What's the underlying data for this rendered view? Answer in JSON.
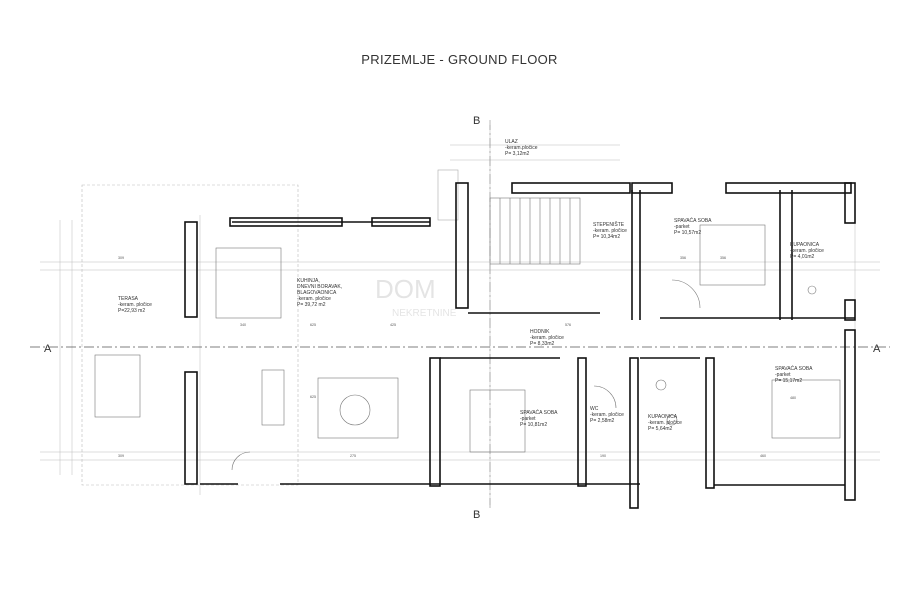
{
  "title": "PRIZEMLJE - GROUND FLOOR",
  "watermark": {
    "brand": "DOM",
    "sub": "NEKRETNINE"
  },
  "section_marks": {
    "a_left": "A",
    "a_right": "A",
    "b_top": "B",
    "b_bottom": "B"
  },
  "rooms": [
    {
      "id": "ulaz",
      "lines": [
        "ULAZ",
        "-keram.pločice",
        "P= 3,12m2"
      ]
    },
    {
      "id": "terasa",
      "lines": [
        "TERASA",
        "-keram. pločice",
        "P=22,93 m2"
      ]
    },
    {
      "id": "kuhinja",
      "lines": [
        "KUHINJA,",
        "DNEVNI BORAVAK,",
        "BLAGOVAONICA",
        "-keram. pločice",
        "P= 39,72 m2"
      ]
    },
    {
      "id": "stepeniste",
      "lines": [
        "STEPENIŠTE",
        "-keram. pločice",
        "P= 10,34m2"
      ]
    },
    {
      "id": "spavaca1",
      "lines": [
        "SPAVAĆA SOBA",
        "-parket",
        "P= 10,57m2"
      ]
    },
    {
      "id": "kupaonica1",
      "lines": [
        "KUPAONICA",
        "-keram. pločice",
        "P= 4,01m2"
      ]
    },
    {
      "id": "hodnik",
      "lines": [
        "HODNIK",
        "-keram. pločice",
        "P= 8,33m2"
      ]
    },
    {
      "id": "spavaca2",
      "lines": [
        "SPAVAĆA SOBA",
        "-parket",
        "P= 10,81m2"
      ]
    },
    {
      "id": "wc",
      "lines": [
        "WC",
        "-keram. pločice",
        "P= 2,58m2"
      ]
    },
    {
      "id": "kupaonica2",
      "lines": [
        "KUPAONICA",
        "-keram. pločice",
        "P= 5,64m2"
      ]
    },
    {
      "id": "spavaca3",
      "lines": [
        "SPAVAĆA SOBA",
        "-parket",
        "P= 15,17m2"
      ]
    }
  ],
  "dimensions": {
    "d1": "309",
    "d2": "309",
    "d3": "625",
    "d4": "625",
    "d5": "275",
    "d6": "356",
    "d7": "356",
    "d8": "576",
    "d9": "425",
    "d10": "190",
    "d11": "460",
    "d12": "480",
    "d13": "340"
  }
}
